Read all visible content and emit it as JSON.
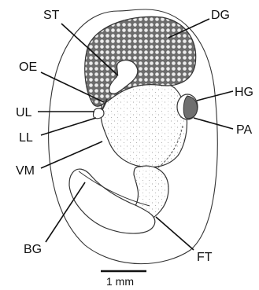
{
  "labels": {
    "st": "ST",
    "dg": "DG",
    "oe": "OE",
    "hg": "HG",
    "ul": "UL",
    "pa": "PA",
    "ll": "LL",
    "vm": "VM",
    "bg": "BG",
    "ft": "FT"
  },
  "scale_bar": {
    "label": "1 mm"
  },
  "colors": {
    "ink": "#111111",
    "gland_fill": "#6f6f6f",
    "stipple": "#9a9a9a"
  }
}
